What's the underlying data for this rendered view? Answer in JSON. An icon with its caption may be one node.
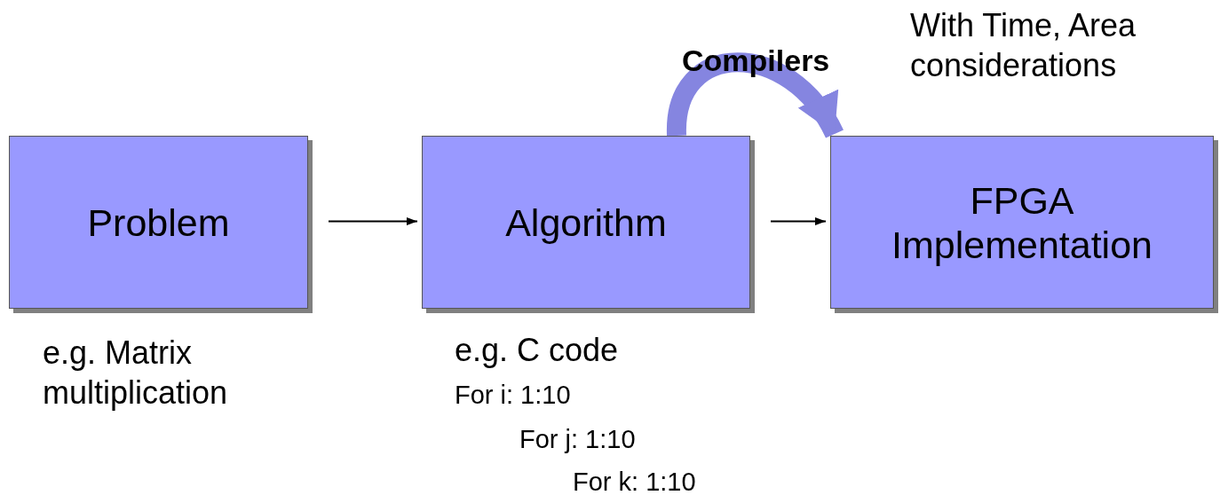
{
  "diagram": {
    "nodes": [
      {
        "text": [
          "Problem"
        ],
        "beside": [
          "e.g. Matrix multiplication"
        ]
      },
      {
        "text": [
          "Algorithm"
        ],
        "beside": [
          "e.g. C code",
          "For i: 1:10",
          "For j: 1:10",
          "For k: 1:10"
        ]
      },
      {
        "text": [
          "FPGA Implementation"
        ],
        "beside": [
          "With Time, Area considerations"
        ]
      }
    ],
    "edges": [
      {
        "from": 0,
        "to": 1,
        "arrow": "to"
      },
      {
        "from": 1,
        "to": 2,
        "arrow": "to"
      },
      {
        "from": 1,
        "to": 2,
        "arrow": "to",
        "label": "Compilers",
        "style": "thick",
        "color": "#8585e0"
      }
    ]
  }
}
